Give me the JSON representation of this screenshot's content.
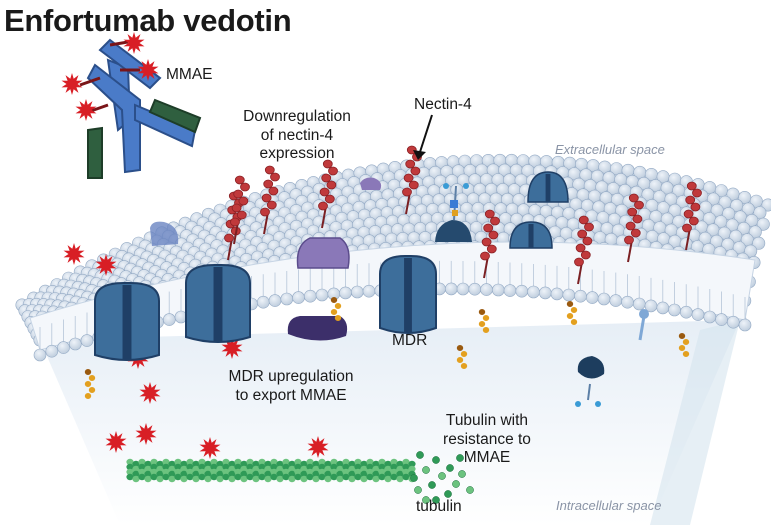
{
  "title": "Enfortumab vedotin",
  "labels": {
    "mmae": "MMAE",
    "downregulation_1": "Downregulation",
    "downregulation_2": "of nectin-4",
    "downregulation_3": "expression",
    "nectin4": "Nectin-4",
    "extracellular": "Extracellular space",
    "intracellular": "Intracellular space",
    "mdr": "MDR",
    "mdr_up_1": "MDR upregulation",
    "mdr_up_2": "to export MMAE",
    "tubulin_res_1": "Tubulin with",
    "tubulin_res_2": "resistance to",
    "tubulin_res_3": "MMAE",
    "tubulin": "tubulin"
  },
  "colors": {
    "membrane_bead": "#cfdbea",
    "membrane_bead_edge": "#93a9c4",
    "antibody": "#4a7bc8",
    "antibody_dark": "#2f5f3f",
    "mmae_star": "#d81e25",
    "nectin4": "#c0393b",
    "mdr": "#3d6e9b",
    "mdr_dark": "#1f3f66",
    "tubulin": "#3fae63"
  }
}
